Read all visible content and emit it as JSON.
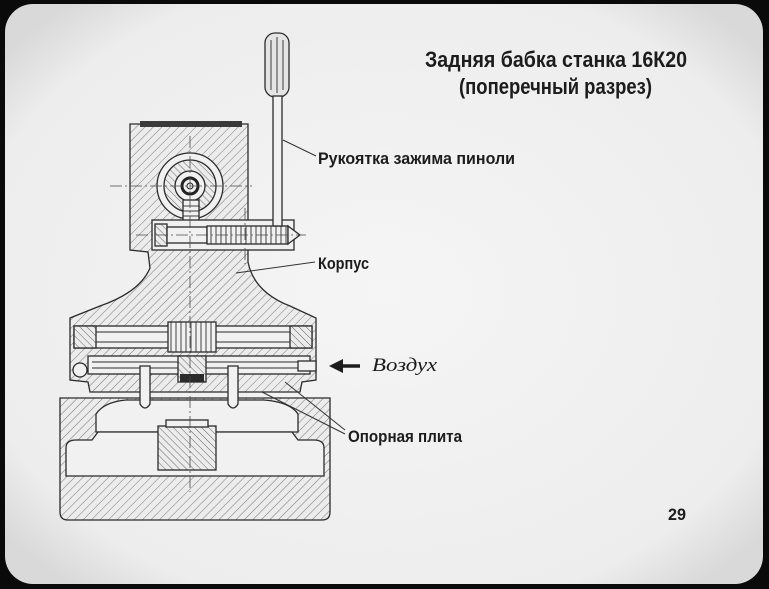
{
  "slide": {
    "title_line1": "Задняя бабка станка 16К20",
    "title_line2": "(поперечный разрез)",
    "page_number": "29"
  },
  "labels": {
    "handle": "Рукоятка зажима пиноли",
    "body": "Корпус",
    "air": "Воздух",
    "base_plate": "Опорная плита"
  }
}
